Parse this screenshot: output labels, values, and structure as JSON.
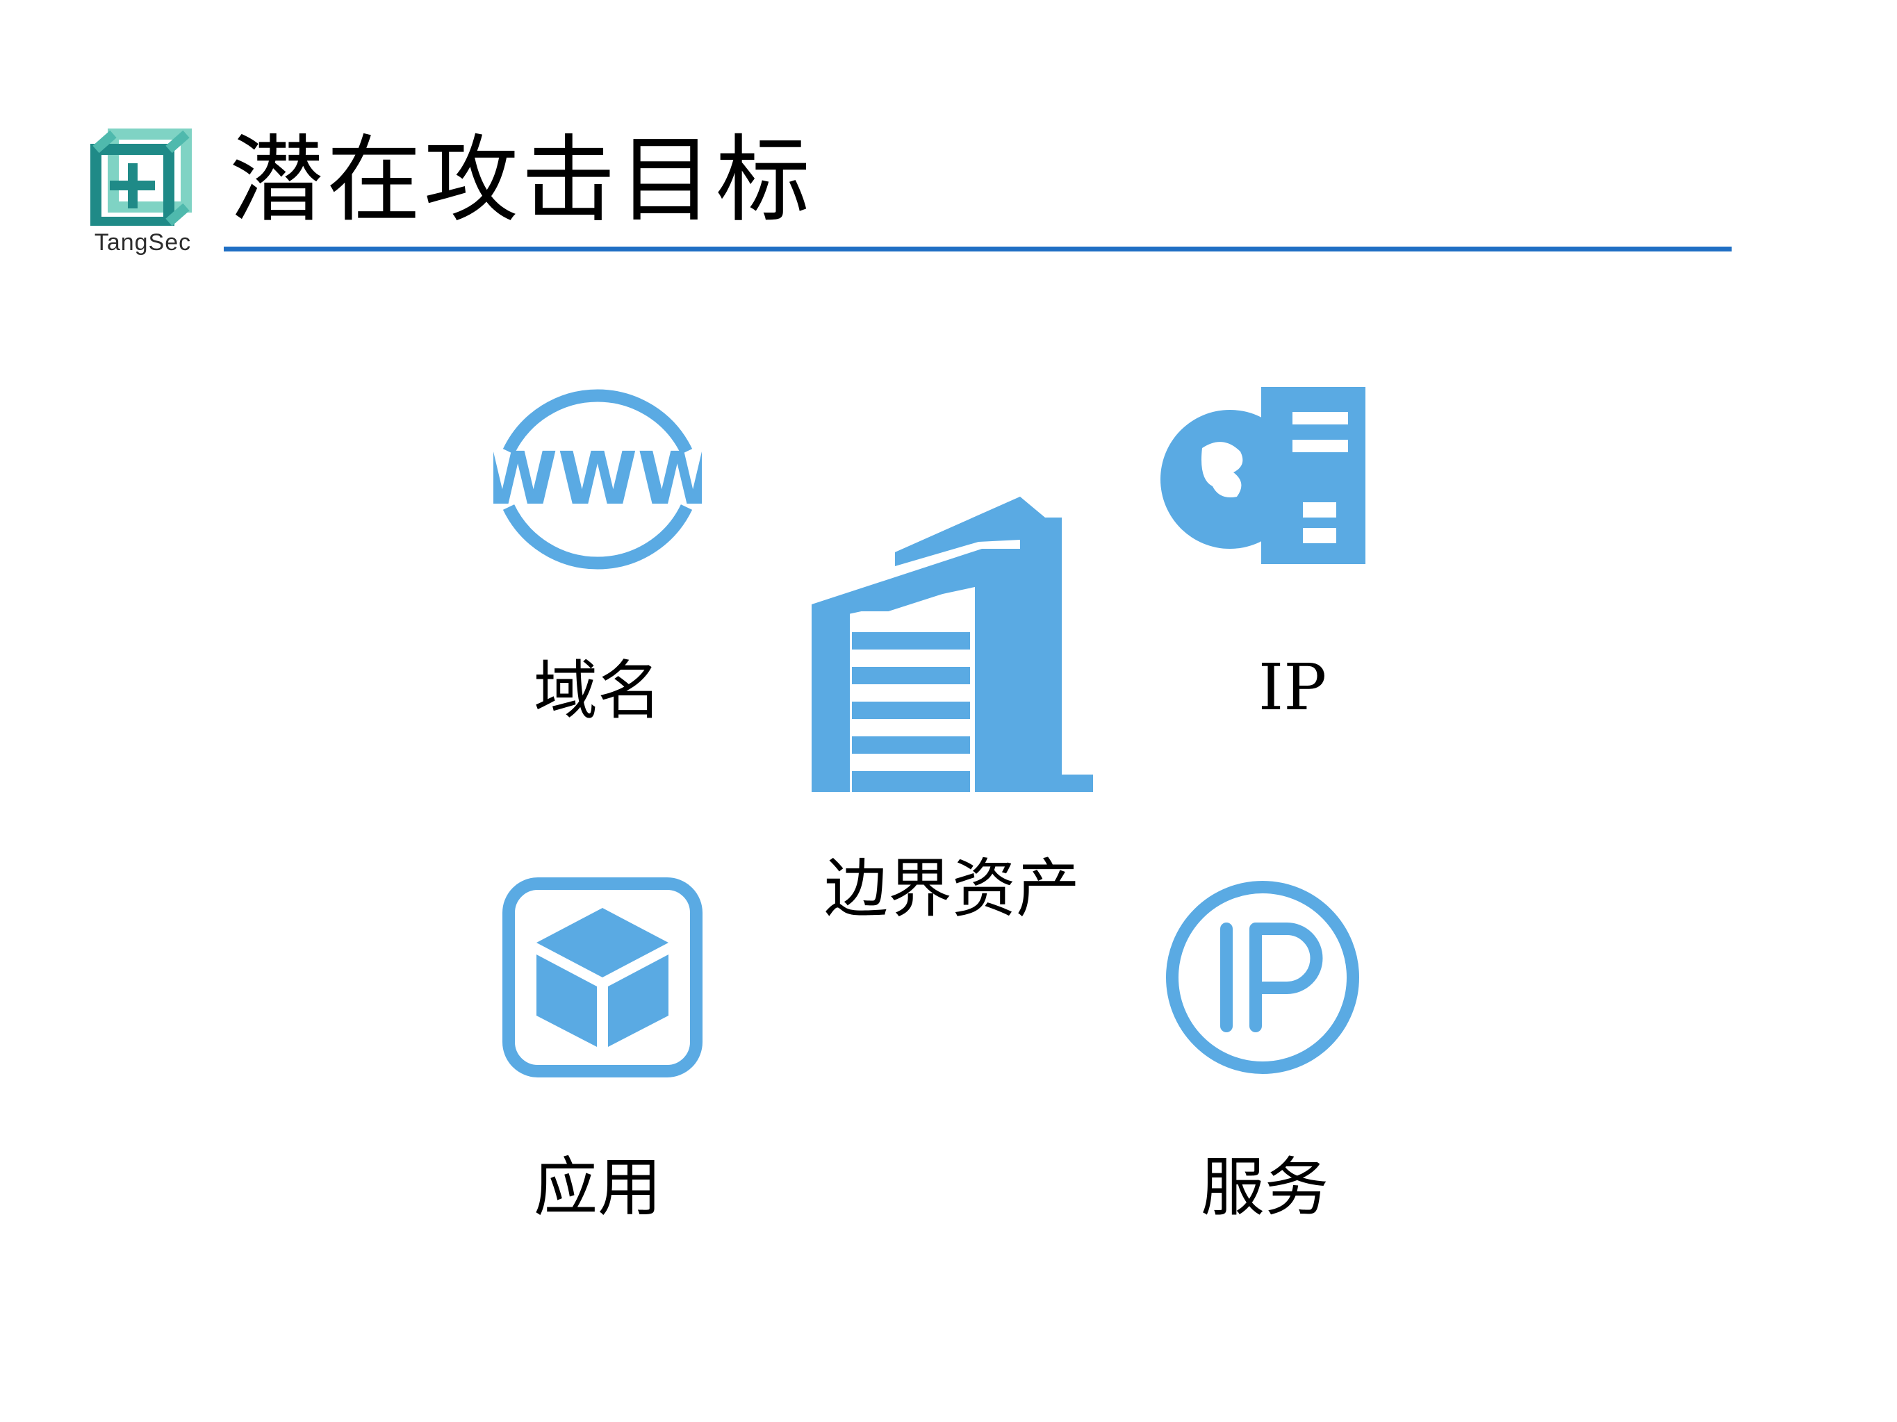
{
  "header": {
    "logo_text": "TangSec",
    "title": "潜在攻击目标"
  },
  "colors": {
    "icon_blue": "#5aaae3",
    "rule_blue": "#1f6fc4",
    "logo_teal": "#2a9d8f"
  },
  "diagram": {
    "center": {
      "label": "边界资产",
      "icon": "building-icon"
    },
    "nodes": [
      {
        "label": "域名",
        "icon": "www-globe-icon"
      },
      {
        "label": "IP",
        "icon": "globe-server-icon"
      },
      {
        "label": "应用",
        "icon": "app-cube-icon"
      },
      {
        "label": "服务",
        "icon": "ip-circle-icon"
      }
    ]
  }
}
